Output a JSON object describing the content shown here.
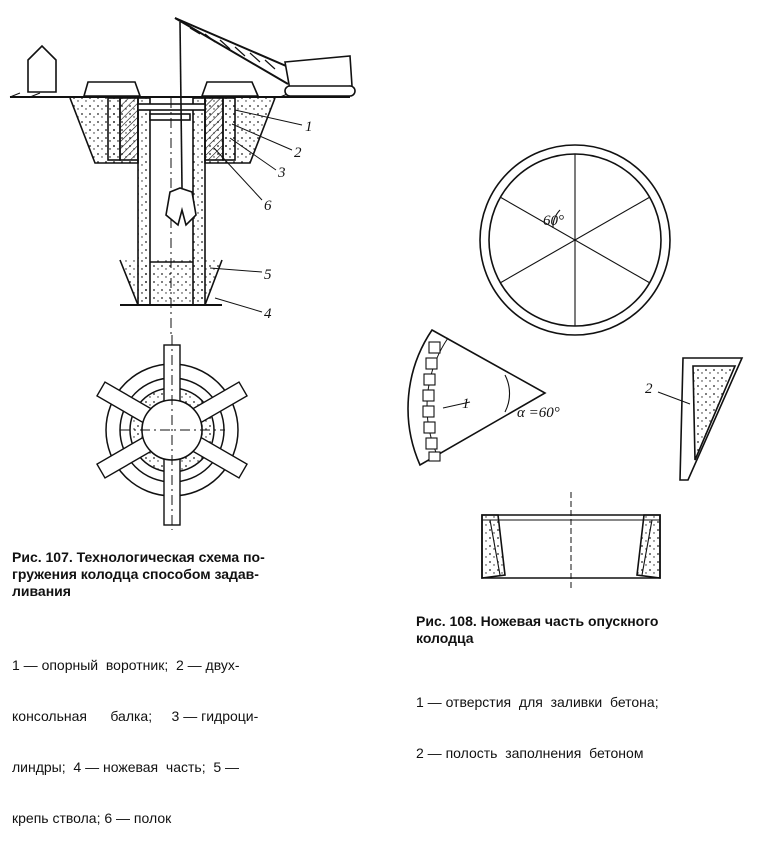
{
  "fig107": {
    "title": "Рис. 107. Технологическая схема погружения колодца способом задавливания",
    "title_lines": [
      "Рис. 107. Технологическая схема по-",
      "гружения колодца способом задав-",
      "ливания"
    ],
    "legend_lines": [
      "1 — опорный  воротник;  2 — двух-",
      "консольная      балка;     3 — гидроци-",
      "линдры;  4 — ножевая  часть;  5 —",
      "крепь ствола; 6 — полок"
    ],
    "labels": [
      "1",
      "2",
      "3",
      "6",
      "5",
      "4"
    ]
  },
  "fig108": {
    "title_lines": [
      "Рис. 108. Ножевая часть опускного",
      "колодца"
    ],
    "legend_lines": [
      "1 — отверстия  для  заливки  бетона;",
      "2 — полость  заполнения  бетоном"
    ],
    "angle_label_top": "60°",
    "angle_label_sector": "α =60°",
    "labels": [
      "1",
      "2"
    ]
  }
}
